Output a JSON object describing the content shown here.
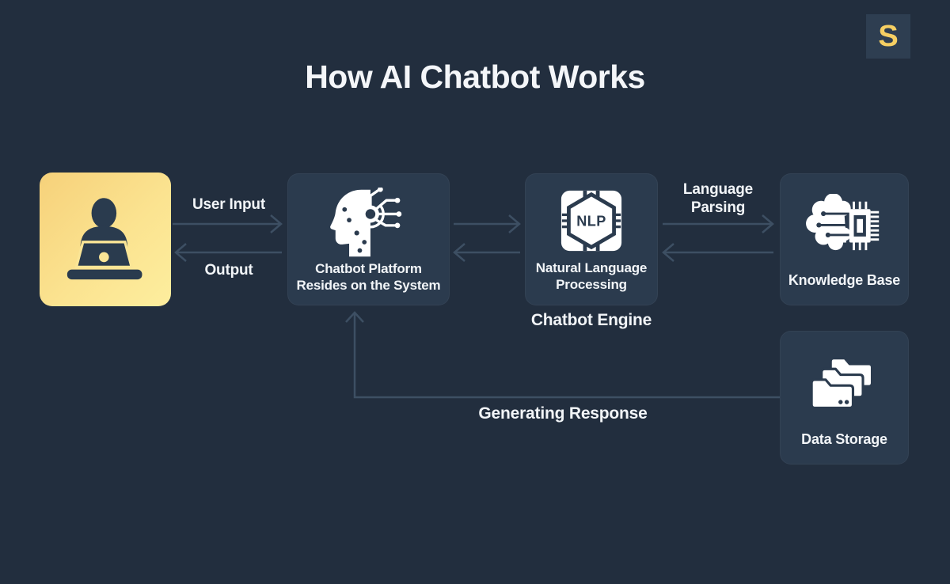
{
  "colors": {
    "background": "#222e3e",
    "card": "#2b3b4e",
    "arrow": "#3d4f63",
    "text": "#f2f5f8",
    "accent_yellow": "#f6cf63",
    "user_box_gradient_start": "#f6d17a",
    "user_box_gradient_end": "#fdee9e",
    "icon_white": "#ffffff",
    "icon_dark": "#2b3b4e"
  },
  "header": {
    "title": "How AI Chatbot Works",
    "logo_letter": "S"
  },
  "nodes": {
    "user": {
      "icon": "person-at-laptop-icon"
    },
    "platform": {
      "icon": "ai-head-circuit-icon",
      "label_line1": "Chatbot Platform",
      "label_line2": "Resides on the System"
    },
    "nlp": {
      "icon": "nlp-chip-icon",
      "icon_text": "NLP",
      "label_line1": "Natural Language",
      "label_line2": "Processing",
      "caption": "Chatbot Engine"
    },
    "knowledge_base": {
      "icon": "brain-chip-icon",
      "label": "Knowledge Base"
    },
    "data_storage": {
      "icon": "stacked-folders-icon",
      "label": "Data Storage"
    }
  },
  "edges": {
    "user_input_label": "User Input",
    "output_label": "Output",
    "language_parsing_line1": "Language",
    "language_parsing_line2": "Parsing",
    "generating_response_label": "Generating Response"
  }
}
